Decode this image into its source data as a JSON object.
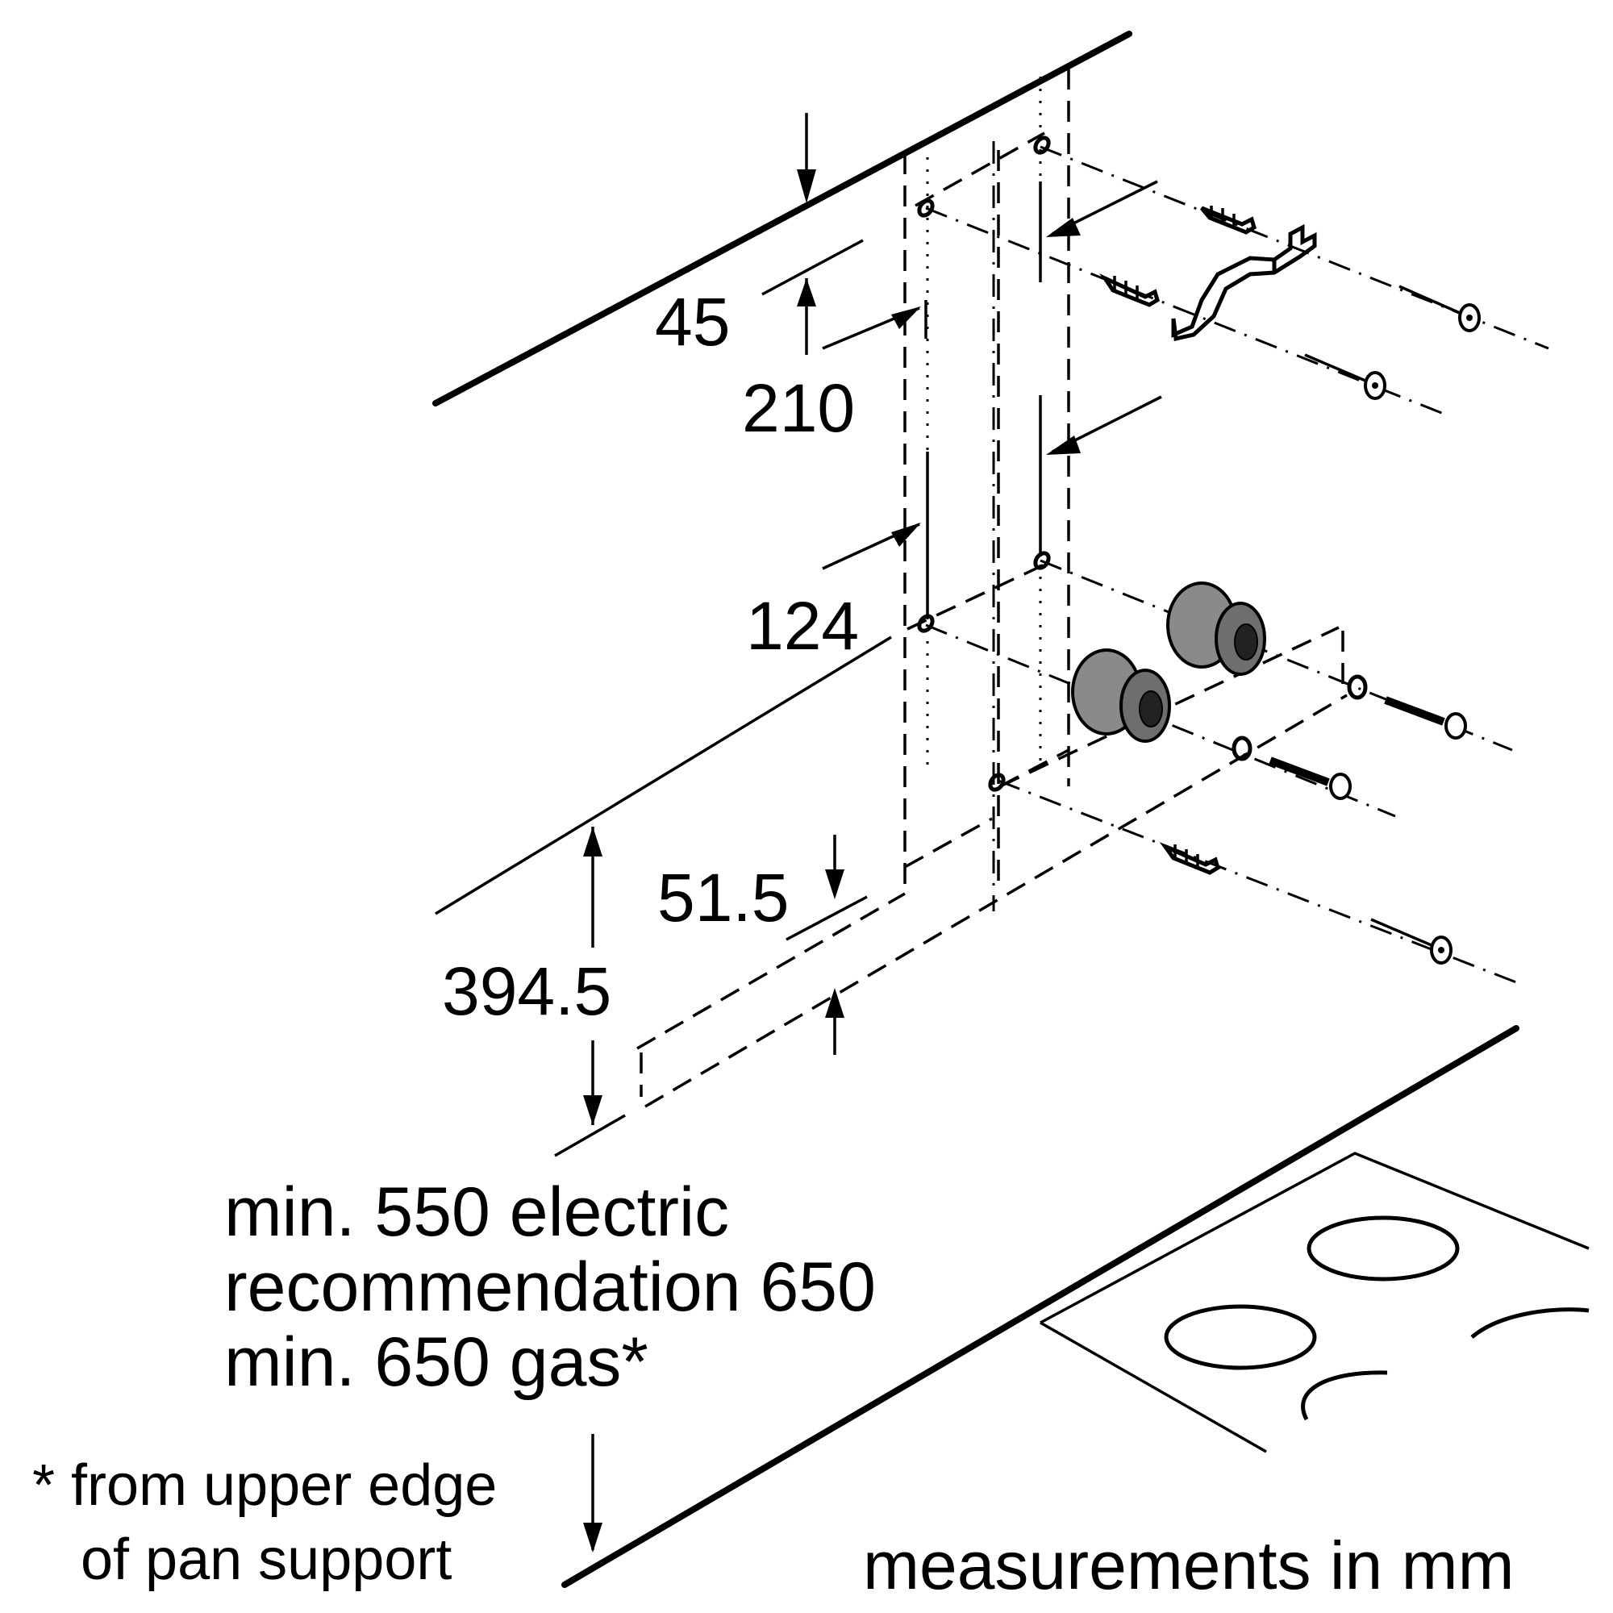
{
  "dimensions": {
    "d45": "45",
    "d210": "210",
    "d124": "124",
    "d51_5": "51.5",
    "d394_5": "394.5"
  },
  "clearance": {
    "line1": "min. 550 electric",
    "line2": "recommendation 650",
    "line3": "min. 650 gas*"
  },
  "footnote": {
    "line1": "* from upper edge",
    "line2": "of pan support"
  },
  "units_note": "measurements in mm",
  "colors": {
    "line": "#000000",
    "background": "#ffffff",
    "component_fill": "#8a8a8a"
  }
}
